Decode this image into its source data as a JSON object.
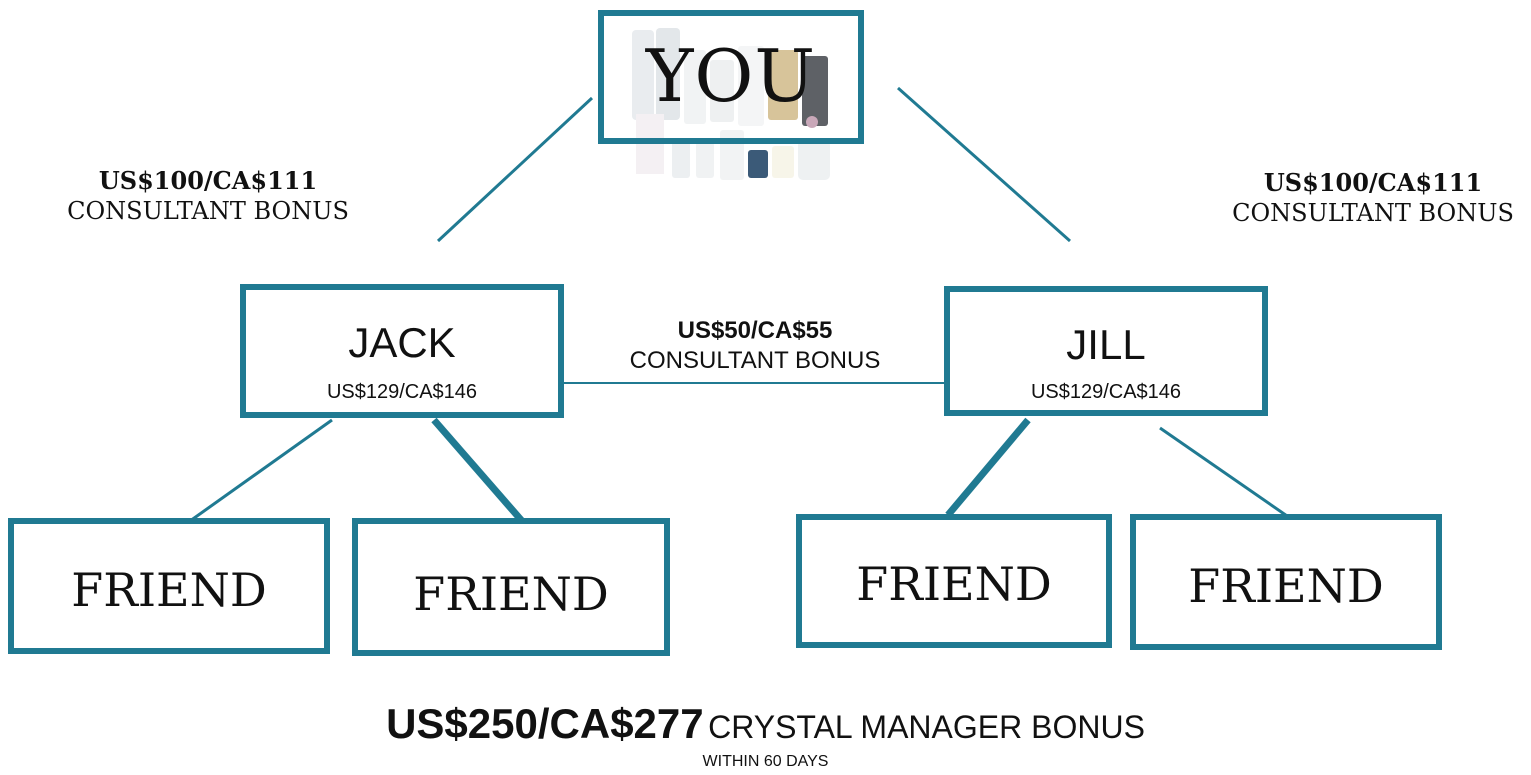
{
  "diagram": {
    "top": {
      "label": "YOU"
    },
    "left_bonus": {
      "amount": "US$100/CA$111",
      "text": "CONSULTANT BONUS"
    },
    "right_bonus": {
      "amount": "US$100/CA$111",
      "text": "CONSULTANT BONUS"
    },
    "middle_bonus": {
      "amount": "US$50/CA$55",
      "text": "CONSULTANT BONUS"
    },
    "jack": {
      "name": "JACK",
      "price": "US$129/CA$146"
    },
    "jill": {
      "name": "JILL",
      "price": "US$129/CA$146"
    },
    "friends": [
      "FRIEND",
      "FRIEND",
      "FRIEND",
      "FRIEND"
    ],
    "crystal_bonus": {
      "amount": "US$250/CA$277",
      "text": "CRYSTAL MANAGER BONUS",
      "note": "WITHIN 60 DAYS"
    }
  },
  "colors": {
    "accent": "#207a92",
    "text": "#111111"
  },
  "icons": {
    "products": "product-collage-image"
  }
}
